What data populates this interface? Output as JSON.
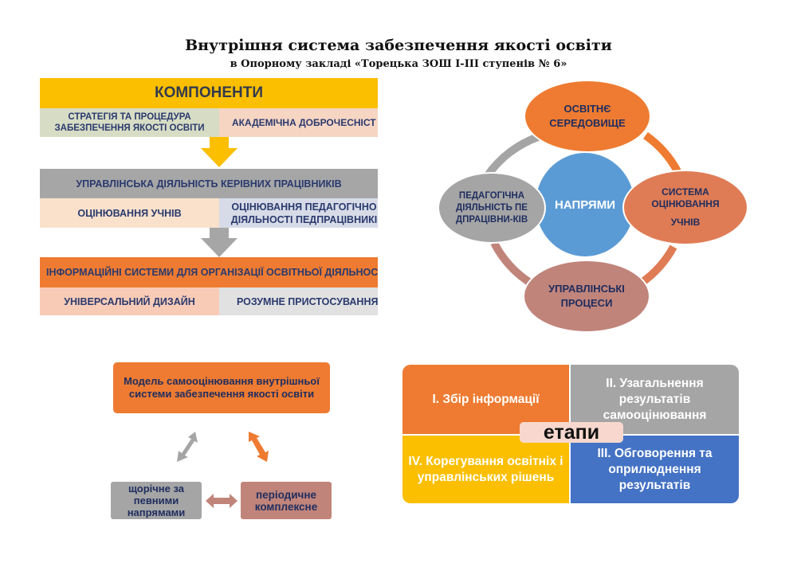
{
  "header": {
    "title": "Внутрішня система забезпечення якості освіти",
    "subtitle": "в Опорному закладі «Торецька ЗОШ І-ІІІ ступенів № 6»"
  },
  "components": {
    "heading": "КОМПОНЕНТИ",
    "row1": [
      "СТРАТЕГІЯ ТА ПРОЦЕДУРА ЗАБЕЗПЕЧЕННЯ ЯКОСТІ ОСВІТИ",
      "АКАДЕМІЧНА ДОБРОЧЕСНІСТ"
    ],
    "block2_heading": "УПРАВЛІНСЬКА ДІЯЛЬНІСТЬ КЕРІВНИХ ПРАЦІВНИКІВ",
    "row2": [
      "ОЦІНЮВАННЯ УЧНІВ",
      "ОЦІНЮВАННЯ ПЕДАГОГІЧНО ДІЯЛЬНОСТІ ПЕДПРАЦІВНИКІ"
    ],
    "block3_heading": "ІНФОРМАЦІЙНІ СИСТЕМИ ДЛЯ ОРГАНІЗАЦІЇ ОСВІТНЬОЇ ДІЯЛЬНОС",
    "row3": [
      "УНІВЕРСАЛЬНИЙ ДИЗАЙН",
      "РОЗУМНЕ ПРИСТОСУВАННЯ"
    ],
    "colors": {
      "yellow": "#fbbf00",
      "gray": "#a6a6a6",
      "orange": "#ee7b31"
    }
  },
  "directions": {
    "center": "НАПРЯМИ",
    "top": "ОСВІТНЄ СЕРЕДОВИЩЕ",
    "right": [
      "СИСТЕМА",
      "ОЦІНЮВАННЯ",
      "УЧНІВ"
    ],
    "bottom": "УПРАВЛІНСЬКІ ПРОЦЕСИ",
    "left": "ПЕДАГОГІЧНА ДІЯЛЬНІСТЬ ПЕДПРАЦІВНИ-КІВ",
    "colors": {
      "center": "#5b9bd5",
      "top": "#ee7b31",
      "right": "#df7c55",
      "bottom": "#c0847a",
      "left": "#a5a5a5"
    }
  },
  "model": {
    "title": "Модель самооцінювання внутрішньої системи забезпечення якості освіти",
    "left_box": "щорічне за певними напрямами",
    "right_box": "періодичне комплексне"
  },
  "stages": {
    "center": "етапи",
    "items": [
      {
        "label": "І. Збір  інформації",
        "color": "#ee7b31",
        "text_color": "#ffffff"
      },
      {
        "label": "ІІ. Узагальнення результатів самооцінювання",
        "color": "#a5a5a5",
        "text_color": "#ffffff"
      },
      {
        "label": "ІІІ. Обговорення та оприлюднення результатів",
        "color": "#4472c4",
        "text_color": "#ffffff"
      },
      {
        "label": "IV. Корегування освітніх і управлінських рішень",
        "color": "#fbbf00",
        "text_color": "#ffffff"
      }
    ]
  }
}
